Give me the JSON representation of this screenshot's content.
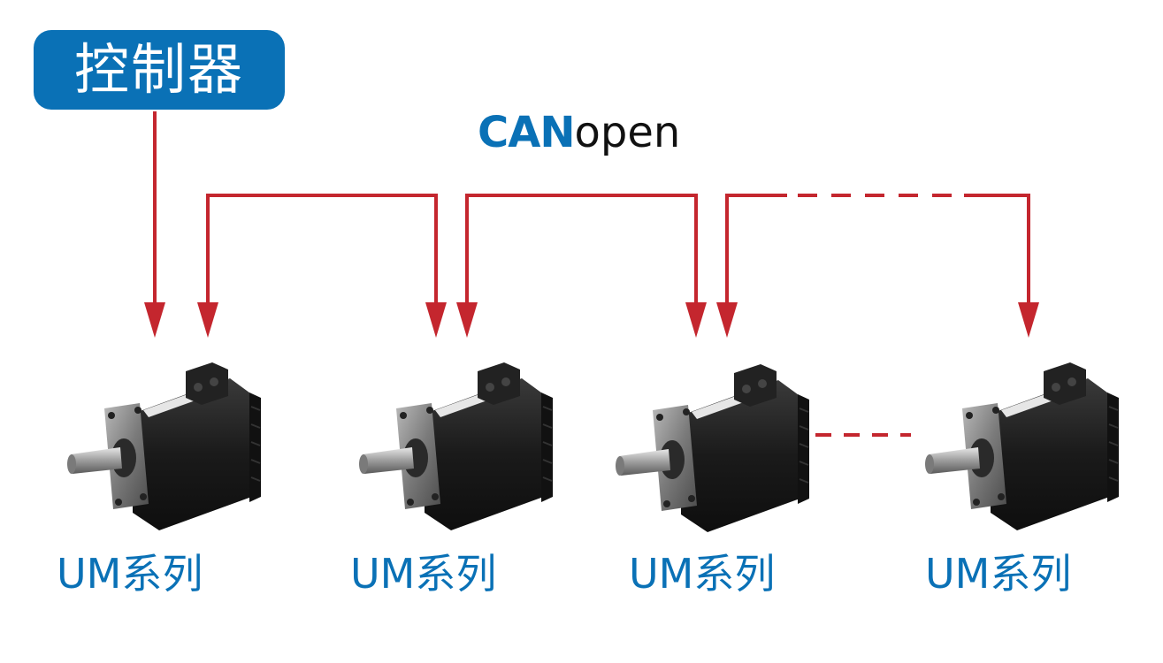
{
  "controller": {
    "label": "控制器"
  },
  "bus": {
    "title_can": "CAN",
    "title_open": "open"
  },
  "motors": [
    {
      "label": "UM系列"
    },
    {
      "label": "UM系列"
    },
    {
      "label": "UM系列"
    },
    {
      "label": "UM系列"
    }
  ],
  "colors": {
    "accent_blue": "#0a71b6",
    "bus_red": "#c4262e",
    "motor_body": "#1b1b1b",
    "flange_metal": "#8a8a8a"
  },
  "icons": {
    "motor": "servo-motor-icon",
    "arrow": "arrow-down-icon"
  }
}
